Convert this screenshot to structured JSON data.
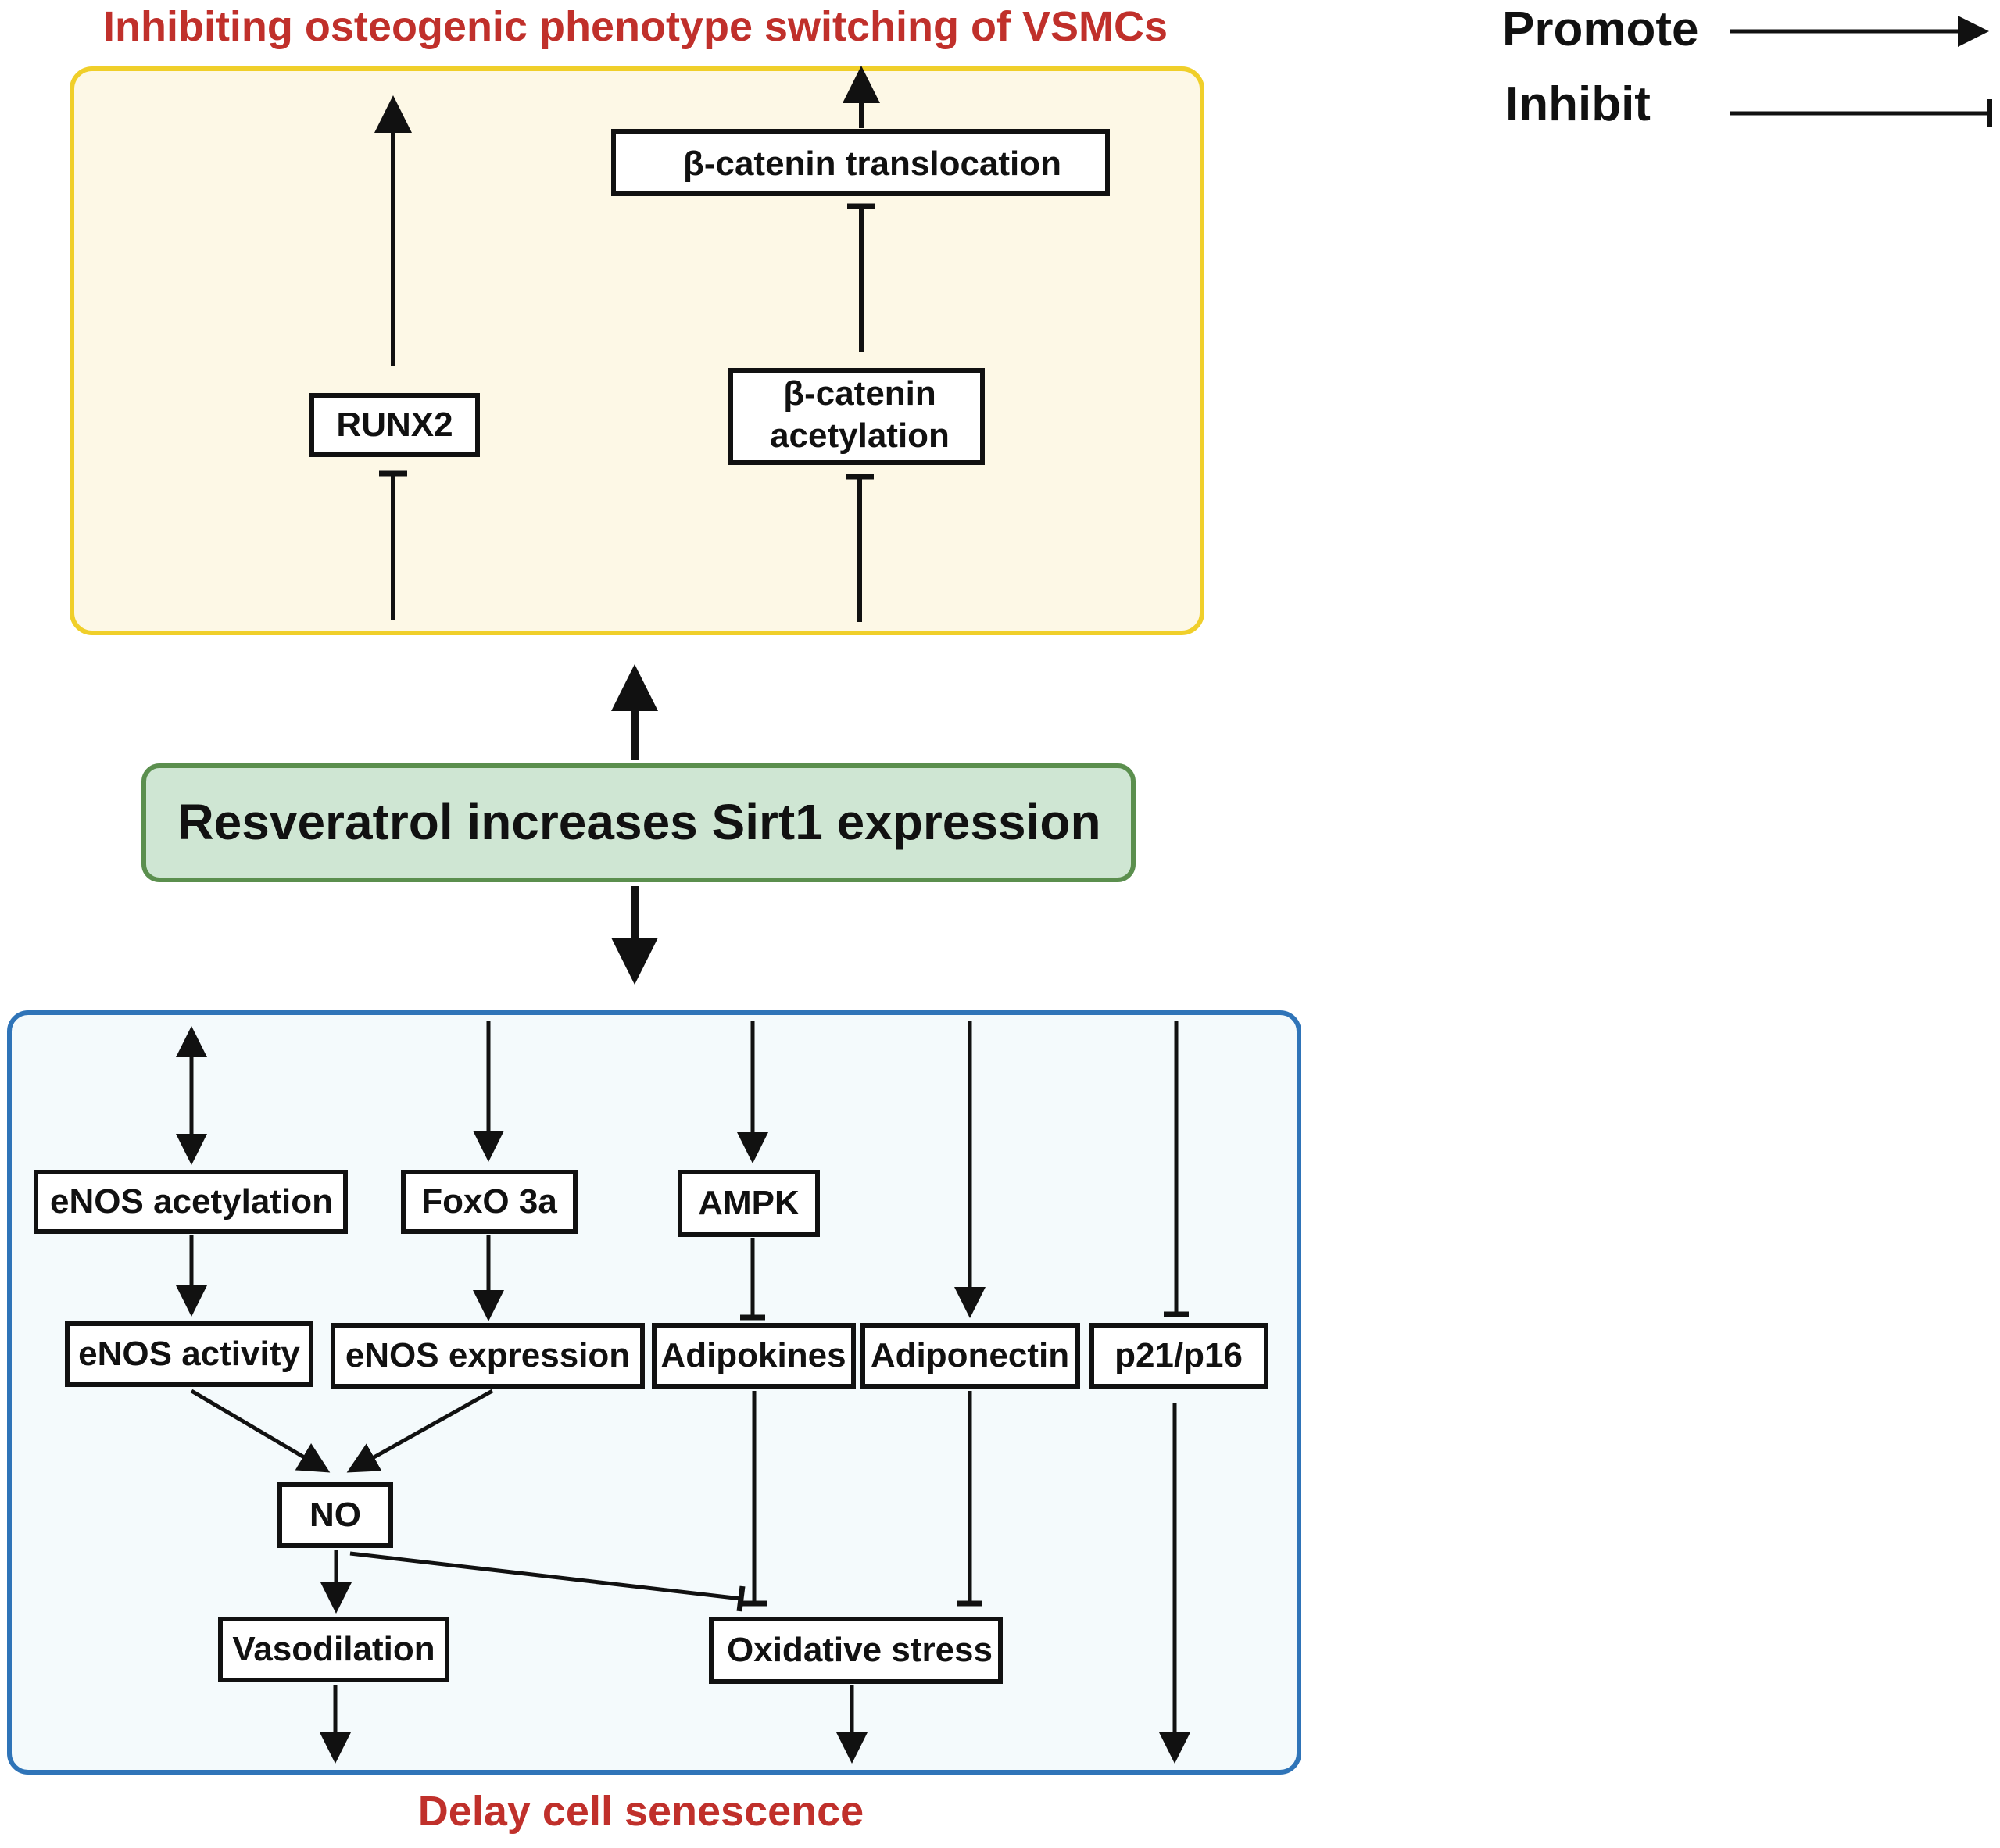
{
  "colors": {
    "title_red": "#c0302b",
    "panel_top_fill": "#fdf8e6",
    "panel_top_border": "#f0cf2a",
    "panel_bottom_fill": "#f4fafc",
    "panel_bottom_border": "#2f74b8",
    "center_fill": "#cfe6d3",
    "center_border": "#5b8f4e",
    "line": "#111111"
  },
  "legend": {
    "promote": "Promote",
    "inhibit": "Inhibit"
  },
  "top_panel": {
    "title": "Inhibiting osteogenic phenotype switching of VSMCs",
    "nodes": {
      "runx2": "RUNX2",
      "bcat_trans": "β-catenin translocation",
      "bcat_acet_1": "β-catenin",
      "bcat_acet_2": "acetylation"
    }
  },
  "center": {
    "label": "Resveratrol increases Sirt1 expression"
  },
  "bottom_panel": {
    "title": "Delay cell senescence",
    "nodes": {
      "enos_acet": "eNOS acetylation",
      "foxo3a": "FoxO 3a",
      "ampk": "AMPK",
      "enos_activity": "eNOS activity",
      "enos_expr": "eNOS expression",
      "adipokines": "Adipokines",
      "adiponectin": "Adiponectin",
      "p21p16": "p21/p16",
      "no": "NO",
      "vasodilation": "Vasodilation",
      "oxstress": "Oxidative stress"
    }
  }
}
